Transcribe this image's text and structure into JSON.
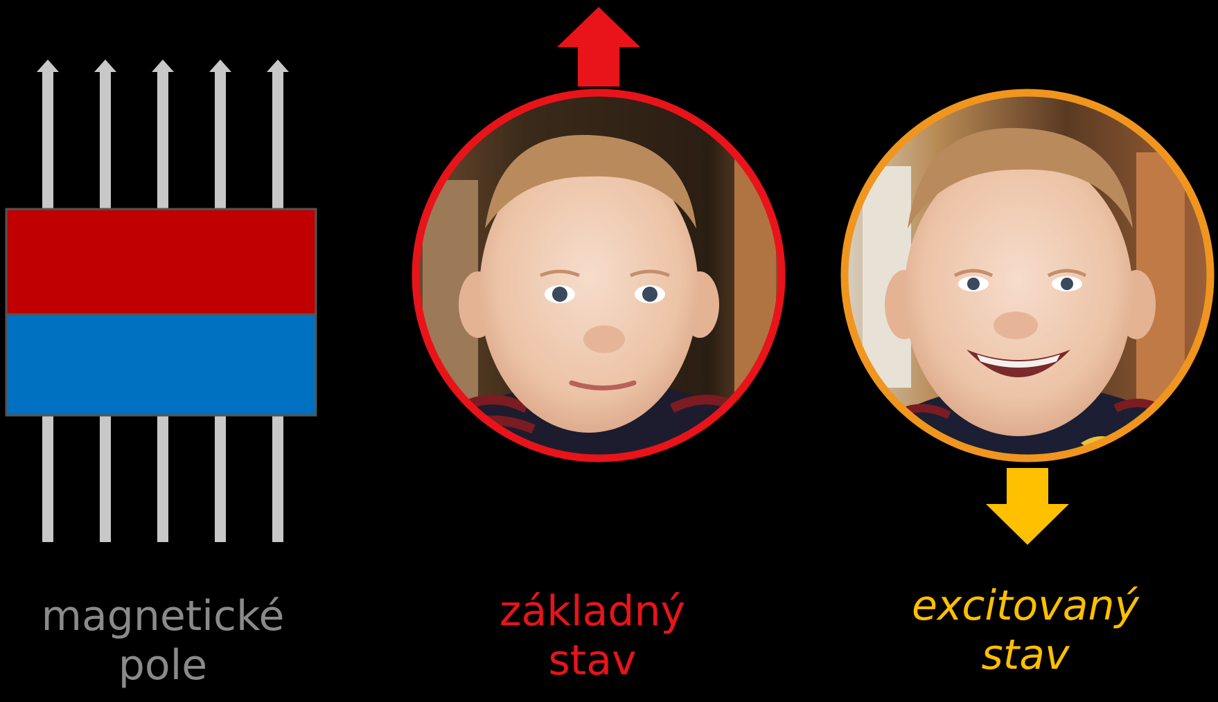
{
  "colors": {
    "background": "#000000",
    "field_line": "#c8c8c8",
    "magnet_north": "#c00000",
    "magnet_south": "#0070c0",
    "ground_state": "#e8141a",
    "excited_ring": "#f0961e",
    "excited_arrow": "#ffc000",
    "field_label": "#8a8a8a"
  },
  "field_label": {
    "line1": "magnetické",
    "line2": "pole"
  },
  "ground_state": {
    "line1": "základný",
    "line2": "stav",
    "arrow_direction": "up",
    "expression": "neutral-face"
  },
  "excited_state": {
    "line1": "excitovaný",
    "line2": "stav",
    "arrow_direction": "down",
    "expression": "smiling-face"
  }
}
